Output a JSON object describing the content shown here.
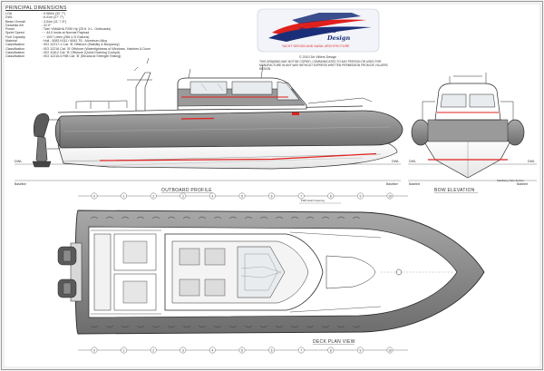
{
  "dimensions": {
    "title": "PRINCIPAL DIMENSIONS",
    "rows": [
      {
        "k": "LOA",
        "v": ": 9.960m          (32'  7\")"
      },
      {
        "k": "DWL",
        "v": ": 8.41m            (27'  7\")"
      },
      {
        "k": "Beam Overall",
        "v": ": 3.54m            (11'  7.5\")"
      },
      {
        "k": "Deadrise  Aft",
        "v": ": 22.0°"
      },
      {
        "k": "Power",
        "v": ": Twin YAMAHA F250 Hp (25 ft. X.L. Outboards)"
      },
      {
        "k": "Sprint Speed",
        "v": ": ~ 44.0 knots at Normal Payload"
      },
      {
        "k": "Fuel Capacity",
        "v": ": ~ 1007 Litres          (266 U.S.Gallons)"
      },
      {
        "k": "Material",
        "v": ": Hull - 5083 H111 / 6061 T6 - Aluminum Alloy"
      },
      {
        "k": "Classification",
        "v": ": ISO 12217-1 Cat. 'B' Offshore (Stability & Buoyancy)"
      },
      {
        "k": "Classification",
        "v": ": ISO 12216 Cat. 'B' Offshore (Watertightness of Windows, Hatches & Doors)"
      },
      {
        "k": "Classification",
        "v": ": ISO 11812 Cat. 'B' Offshore (Quick Draining Cockpit)"
      },
      {
        "k": "Classification",
        "v": ": ISO 12215-5 RIB Cat. 'B' (Structural Strength Testing)"
      }
    ]
  },
  "logo": {
    "name_line1": "De Villiers",
    "name_line2": "Design",
    "tagline": "YACHT DESIGN AND NAVAL ARCHITECTURE",
    "copyright": "© 2010 De Villiers Design",
    "notice": "THIS DRAWING MAY NOT BE COPIED, COMMUNICATED TO ANY PERSON OR USED FOR MANUFACTURE IN ANY WAY WITHOUT EXPRESS WRITTEN PERMISSION FROM DE VILLIERS DESIGN"
  },
  "views": {
    "outboard": "OUTBOARD PROFILE",
    "bow": "BOW ELEVATION",
    "deck": "DECK PLAN VIEW"
  },
  "labels": {
    "dwl_left": "DWL",
    "dwl_right": "DWL",
    "baseline_left": "Baseline",
    "baseline_right": "Baseline",
    "bow_dwl_left": "DWL",
    "bow_dwl_right": "DWL",
    "bow_baseline_left": "Baseline",
    "bow_baseline_right": "Baseline",
    "bow_note": "Stabilising Tube Section",
    "fwd_hatch": "FWD Hatch Opening"
  },
  "stations": [
    "0",
    "1",
    "2",
    "3",
    "4",
    "5",
    "6",
    "7",
    "8",
    "9",
    "10"
  ],
  "colors": {
    "border": "#9a9a9a",
    "line": "#2b2b2b",
    "tube": "#8e8e8e",
    "tube_dark": "#6e6e6e",
    "accent": "#e0201c",
    "logo_blue": "#1a2f78"
  }
}
